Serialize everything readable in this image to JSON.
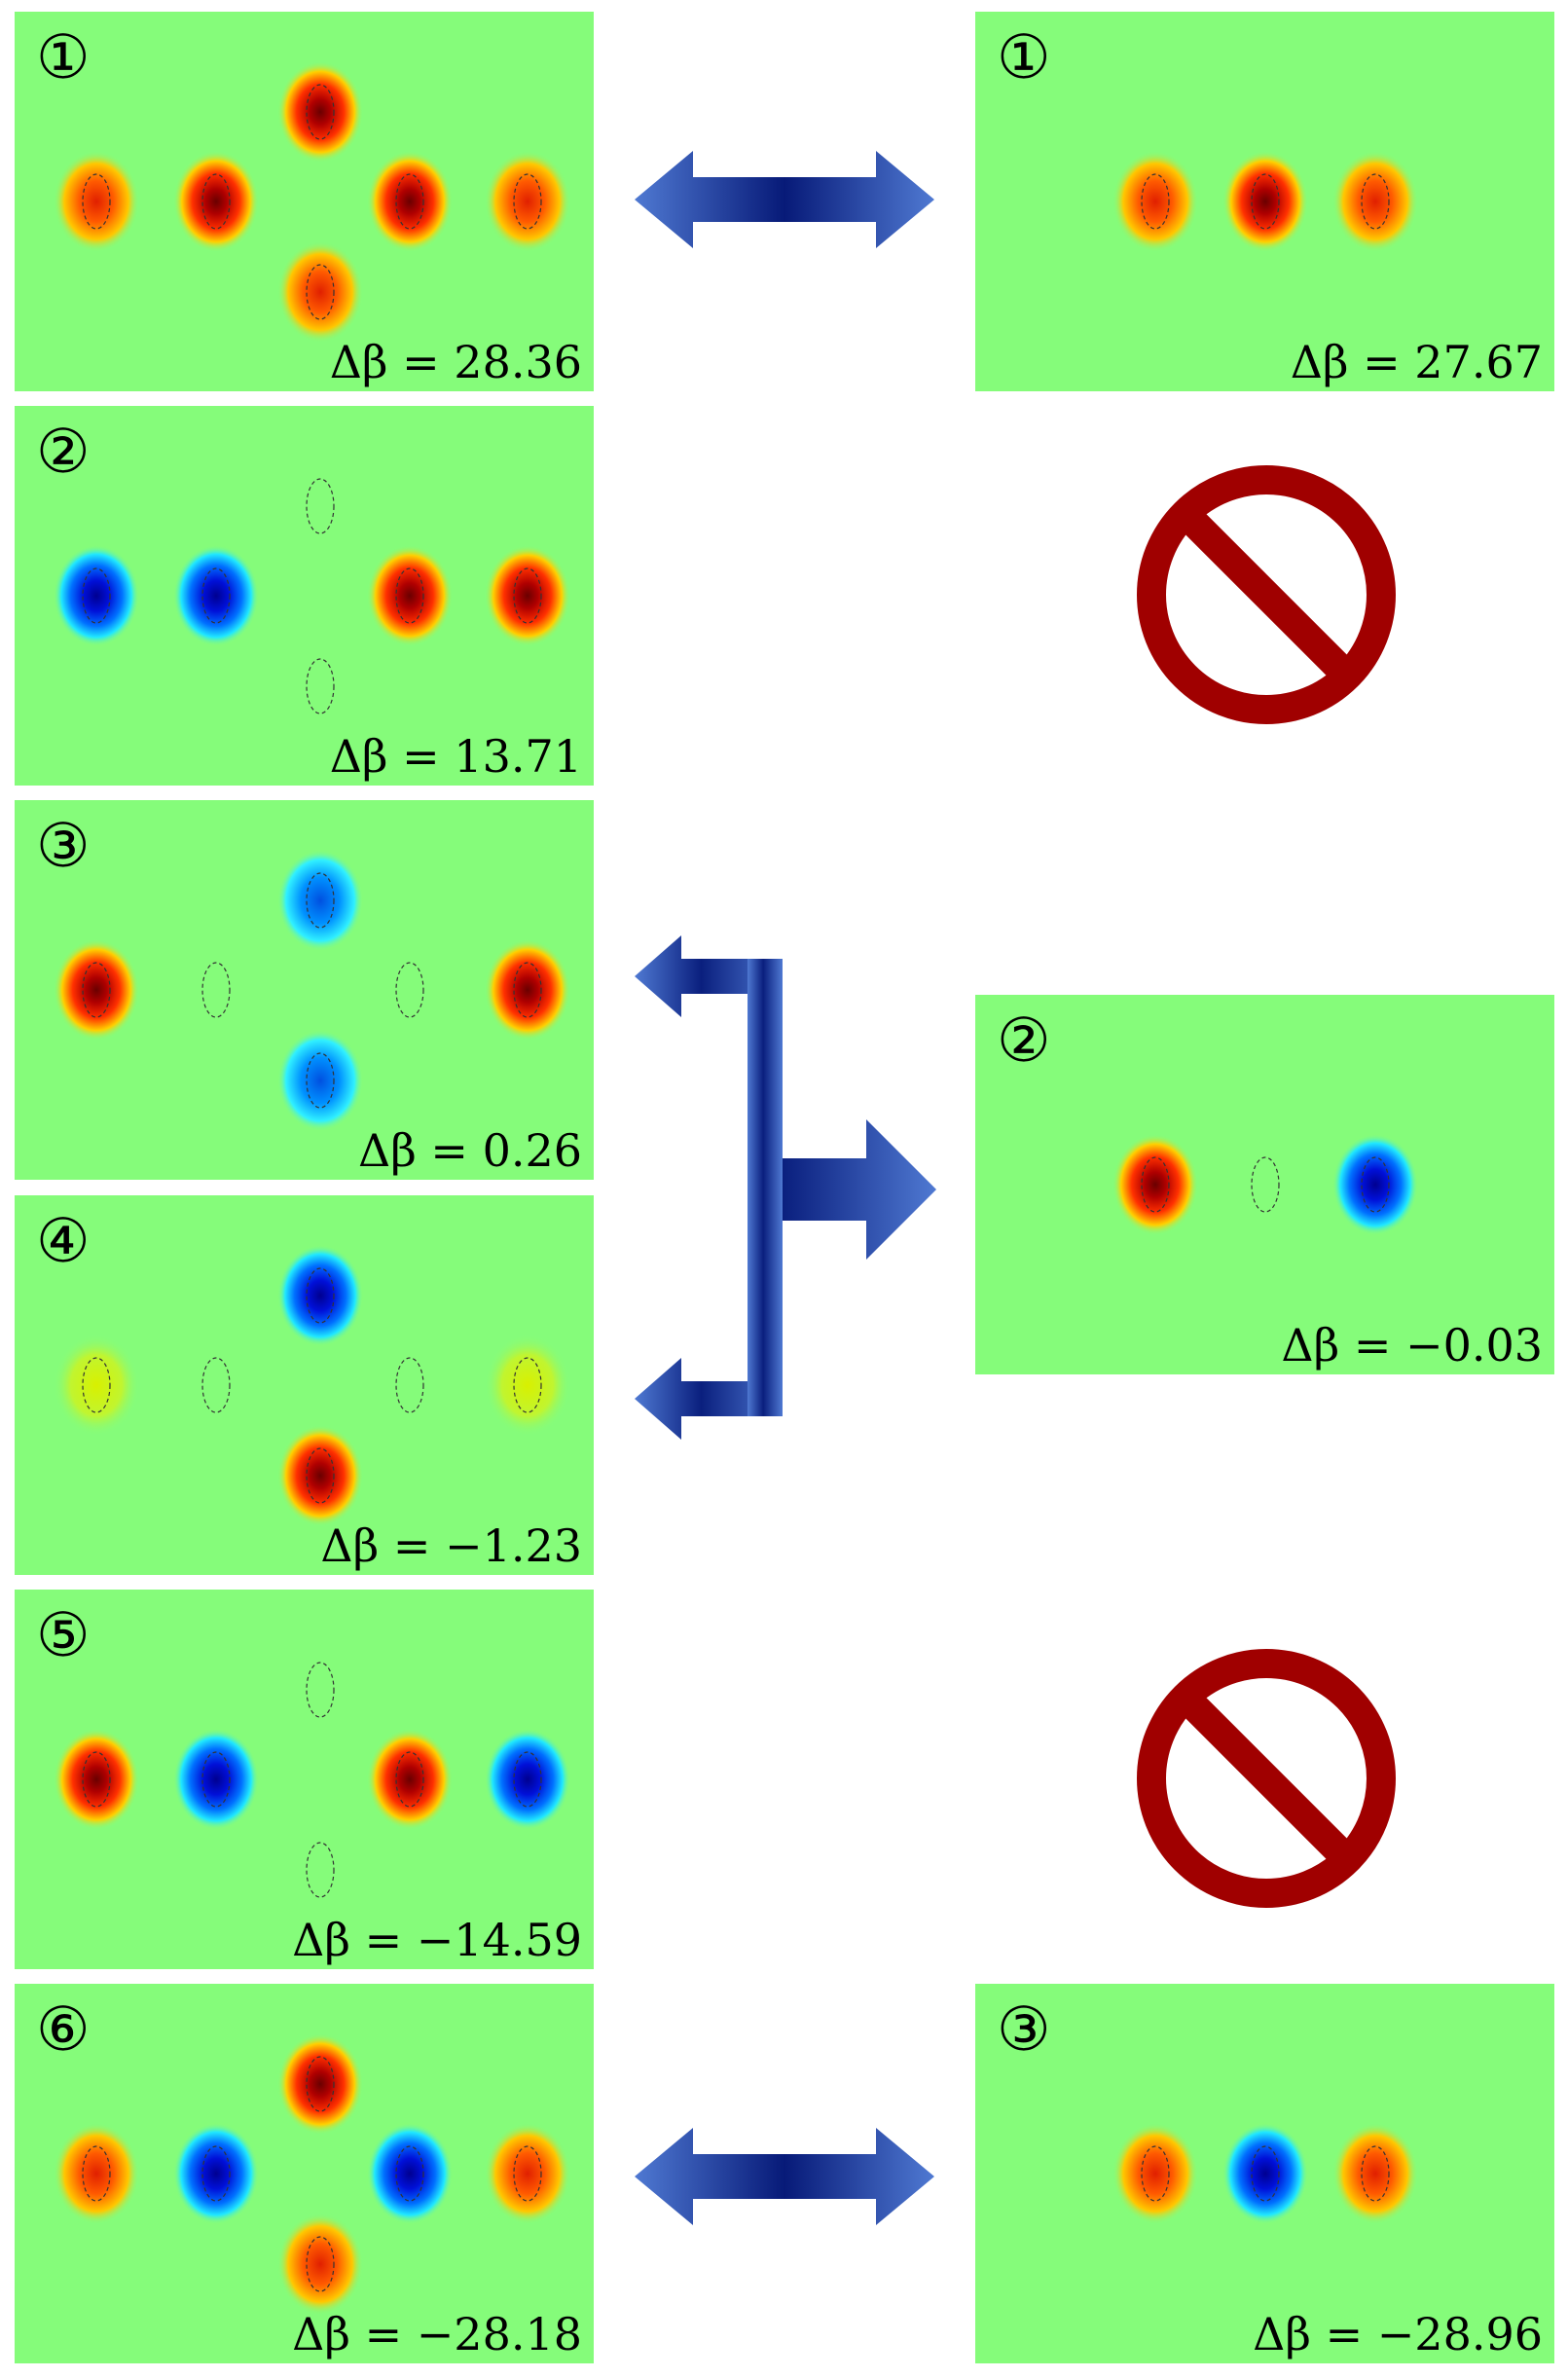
{
  "colors": {
    "panel_bg": "#85fc7a",
    "arrow_dark": "#0a1f7e",
    "arrow_light": "#4f79d2",
    "forbidden": "#a00000"
  },
  "left_panels": [
    {
      "label": "①",
      "delta": "Δβ = 28.36",
      "modes": [
        {
          "c": "orange",
          "d": true
        },
        {
          "c": "red",
          "d": true
        },
        {
          "c": "red",
          "d": true
        },
        {
          "c": "red",
          "d": true
        },
        {
          "c": "orange",
          "d": true
        },
        {
          "c": "orange",
          "d": true
        }
      ]
    },
    {
      "label": "②",
      "delta": "Δβ = 13.71",
      "modes": [
        {
          "c": "blue",
          "d": true
        },
        {
          "c": "blue",
          "d": true
        },
        {
          "c": "none",
          "d": true
        },
        {
          "c": "red",
          "d": true
        },
        {
          "c": "red",
          "d": true
        },
        {
          "c": "none",
          "d": true
        }
      ]
    },
    {
      "label": "③",
      "delta": "Δβ = 0.26",
      "modes": [
        {
          "c": "red",
          "d": true
        },
        {
          "c": "none",
          "d": true
        },
        {
          "c": "blue-l",
          "d": true
        },
        {
          "c": "none",
          "d": true
        },
        {
          "c": "red",
          "d": true
        },
        {
          "c": "blue-l",
          "d": true
        }
      ]
    },
    {
      "label": "④",
      "delta": "Δβ = −1.23",
      "modes": [
        {
          "c": "yellow",
          "d": true
        },
        {
          "c": "none",
          "d": true
        },
        {
          "c": "blue",
          "d": true
        },
        {
          "c": "none",
          "d": true
        },
        {
          "c": "yellow",
          "d": true
        },
        {
          "c": "red",
          "d": true
        }
      ]
    },
    {
      "label": "⑤",
      "delta": "Δβ = −14.59",
      "modes": [
        {
          "c": "red",
          "d": true
        },
        {
          "c": "blue",
          "d": true
        },
        {
          "c": "none",
          "d": true
        },
        {
          "c": "red",
          "d": true
        },
        {
          "c": "blue",
          "d": true
        },
        {
          "c": "none",
          "d": true
        }
      ]
    },
    {
      "label": "⑥",
      "delta": "Δβ = −28.18",
      "modes": [
        {
          "c": "orange",
          "d": true
        },
        {
          "c": "blue",
          "d": true
        },
        {
          "c": "red",
          "d": true
        },
        {
          "c": "blue",
          "d": true
        },
        {
          "c": "orange",
          "d": true
        },
        {
          "c": "orange",
          "d": true
        }
      ]
    }
  ],
  "right_panels": [
    {
      "label": "①",
      "delta": "Δβ = 27.67",
      "modes": [
        {
          "c": "orange",
          "d": true
        },
        {
          "c": "red",
          "d": true
        },
        {
          "c": "orange",
          "d": true
        }
      ]
    },
    {
      "label": "②",
      "delta": "Δβ = −0.03",
      "modes": [
        {
          "c": "red",
          "d": true
        },
        {
          "c": "none",
          "d": true
        },
        {
          "c": "blue",
          "d": true
        }
      ]
    },
    {
      "label": "③",
      "delta": "Δβ = −28.96",
      "modes": [
        {
          "c": "orange",
          "d": true
        },
        {
          "c": "blue",
          "d": true
        },
        {
          "c": "orange",
          "d": true
        }
      ]
    }
  ],
  "forbidden_symbols": 2
}
